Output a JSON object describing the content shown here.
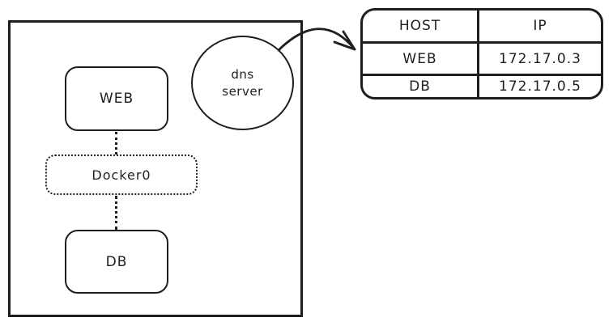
{
  "diagram": {
    "colors": {
      "stroke": "#1e1e1e",
      "background": "#ffffff"
    },
    "nodes": {
      "web": {
        "label": "WEB"
      },
      "docker0": {
        "label": "Docker0"
      },
      "db": {
        "label": "DB"
      },
      "dns": {
        "label_line1": "dns",
        "label_line2": "server"
      }
    },
    "table": {
      "headers": [
        "HOST",
        "IP"
      ],
      "rows": [
        [
          "WEB",
          "172.17.0.3"
        ],
        [
          "DB",
          "172.17.0.5"
        ]
      ]
    }
  }
}
